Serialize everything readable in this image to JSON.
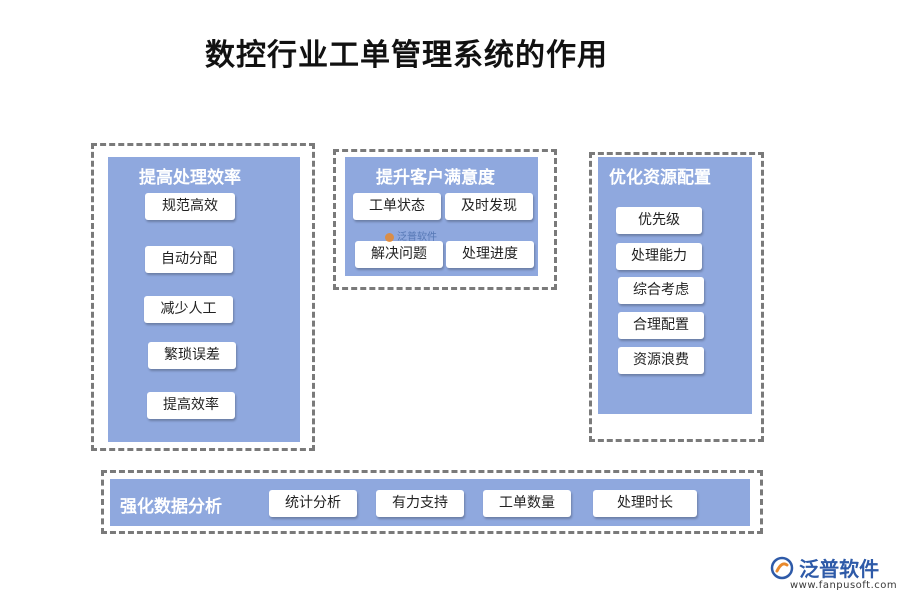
{
  "title": "数控行业工单管理系统的作用",
  "groups": {
    "efficiency": {
      "title": "提高处理效率",
      "items": [
        "规范高效",
        "自动分配",
        "减少人工",
        "繁琐误差",
        "提高效率"
      ]
    },
    "satisfaction": {
      "title": "提升客户满意度",
      "items": [
        "工单状态",
        "及时发现",
        "解决问题",
        "处理进度"
      ]
    },
    "resources": {
      "title": "优化资源配置",
      "items": [
        "优先级",
        "处理能力",
        "综合考虑",
        "合理配置",
        "资源浪费"
      ]
    },
    "analysis": {
      "title": "强化数据分析",
      "items": [
        "统计分析",
        "有力支持",
        "工单数量",
        "处理时长"
      ]
    }
  },
  "watermark": "泛普软件",
  "logo": {
    "name": "泛普软件",
    "url": "www.fanpusoft.com"
  },
  "colors": {
    "panel": "#8fa8de",
    "chip": "#ffffff",
    "dashed_border": "#7a7a7a",
    "logo_blue": "#2e5aa8",
    "logo_orange": "#e8892d"
  }
}
